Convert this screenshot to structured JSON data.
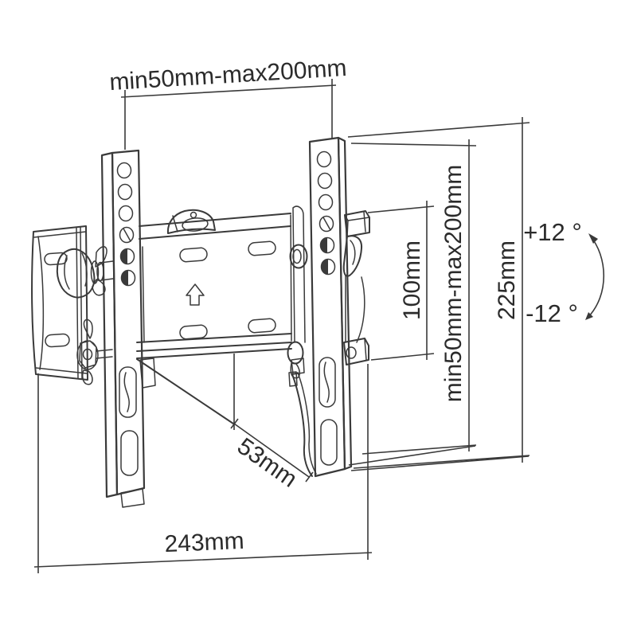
{
  "diagram": {
    "background": "#ffffff",
    "line_color": "#3a3a3a",
    "text_color": "#2b2b2b",
    "dimensions": {
      "top_width": "min50mm-max200mm",
      "vesa_height": "100mm",
      "rail_height_range": "min50mm-max200mm",
      "total_height": "225mm",
      "depth": "53mm",
      "total_width": "243mm"
    },
    "tilt": {
      "up": "+12 °",
      "down": "-12 °"
    }
  }
}
